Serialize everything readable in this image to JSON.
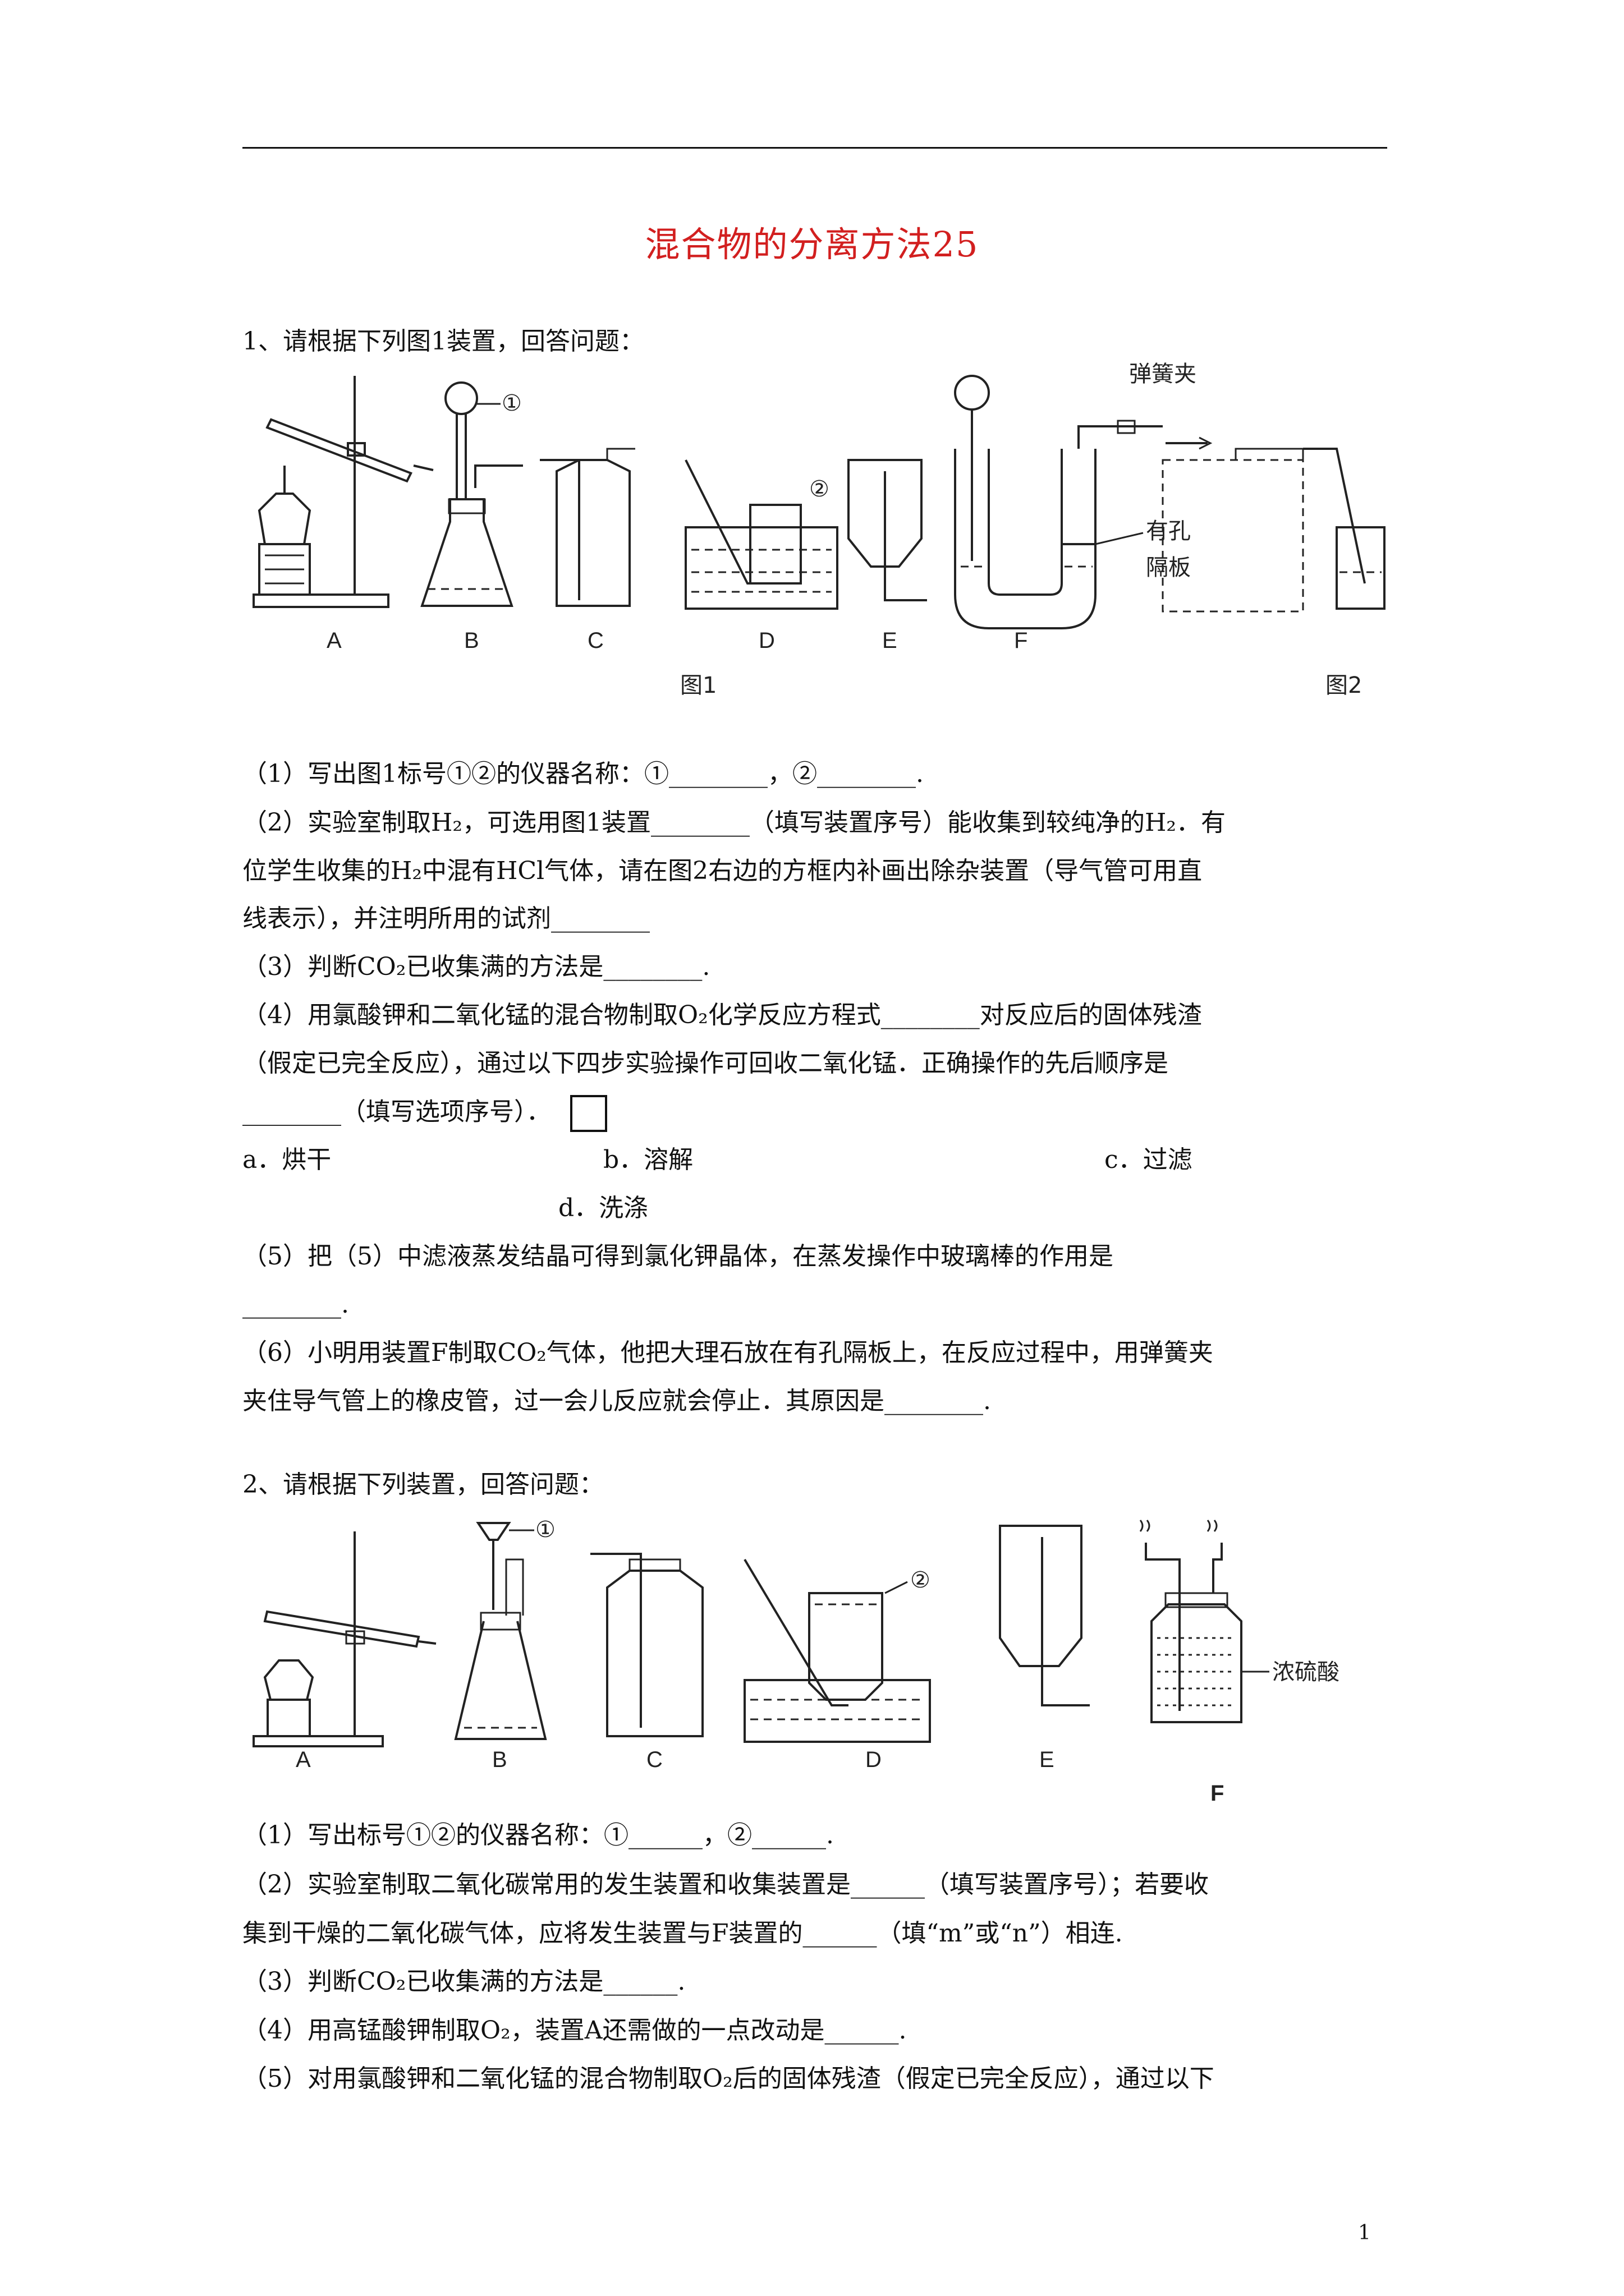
{
  "title": "混合物的分离方法25",
  "page_number": "1",
  "q1": {
    "heading": "1、请根据下列图1装置，回答问题：",
    "figure": {
      "labels": [
        "A",
        "B",
        "C",
        "D",
        "E",
        "F"
      ],
      "caption1": "图1",
      "caption2": "图2",
      "mark1": "①",
      "mark2": "②",
      "spring_clip": "弹簧夹",
      "plate_line1": "有孔",
      "plate_line2": "隔板"
    },
    "lines": [
      "（1）写出图1标号①②的仪器名称：①________，②________.",
      "（2）实验室制取H₂，可选用图1装置________（填写装置序号）能收集到较纯净的H₂．有",
      "位学生收集的H₂中混有HCl气体，请在图2右边的方框内补画出除杂装置（导气管可用直",
      "线表示），并注明所用的试剂________",
      "（3）判断CO₂已收集满的方法是________.",
      "（4）用氯酸钾和二氧化锰的混合物制取O₂化学反应方程式________对反应后的固体残渣",
      "（假定已完全反应），通过以下四步实验操作可回收二氧化锰．正确操作的先后顺序是",
      "________（填写选项序号）．"
    ],
    "options": {
      "a": "a．烘干",
      "b": "b．溶解",
      "c": "c．过滤",
      "d": "d．洗涤"
    },
    "lines2": [
      "（5）把（5）中滤液蒸发结晶可得到氯化钾晶体，在蒸发操作中玻璃棒的作用是",
      "________.",
      "（6）小明用装置F制取CO₂气体，他把大理石放在有孔隔板上，在反应过程中，用弹簧夹",
      "夹住导气管上的橡皮管，过一会儿反应就会停止．其原因是________."
    ]
  },
  "q2": {
    "heading": "2、请根据下列装置，回答问题：",
    "figure": {
      "labels": [
        "A",
        "B",
        "C",
        "D",
        "E",
        "F"
      ],
      "mark1": "①",
      "mark2": "②",
      "acid_label": "浓硫酸"
    },
    "lines": [
      "（1）写出标号①②的仪器名称：①______，②______.",
      "（2）实验室制取二氧化碳常用的发生装置和收集装置是______（填写装置序号）；若要收",
      "集到干燥的二氧化碳气体，应将发生装置与F装置的______（填“m”或“n”）相连.",
      "（3）判断CO₂已收集满的方法是______.",
      "（4）用高锰酸钾制取O₂，装置A还需做的一点改动是______.",
      "（5）对用氯酸钾和二氧化锰的混合物制取O₂后的固体残渣（假定已完全反应），通过以下"
    ]
  }
}
